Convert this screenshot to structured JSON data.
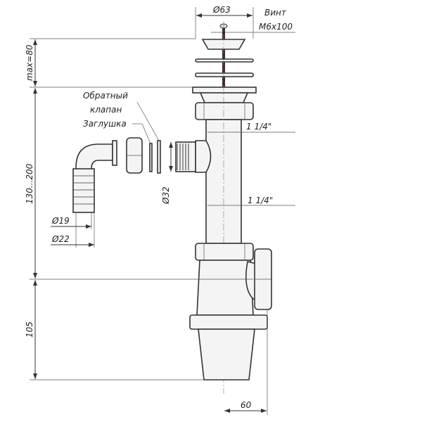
{
  "dimensions": {
    "top_diameter": "Ø63",
    "screw_label": "Винт",
    "screw_size": "M6x100",
    "max_height": "max=80",
    "check_valve_line1": "Обратный",
    "check_valve_line2": "клапан",
    "plug": "Заглушка",
    "thread_upper": "1 1/4\"",
    "thread_lower": "1 1/4\"",
    "branch_diameter": "Ø32",
    "height_range": "130...200",
    "hose_inner": "Ø19",
    "hose_outer": "Ø22",
    "bottom_height": "105",
    "offset": "60"
  }
}
